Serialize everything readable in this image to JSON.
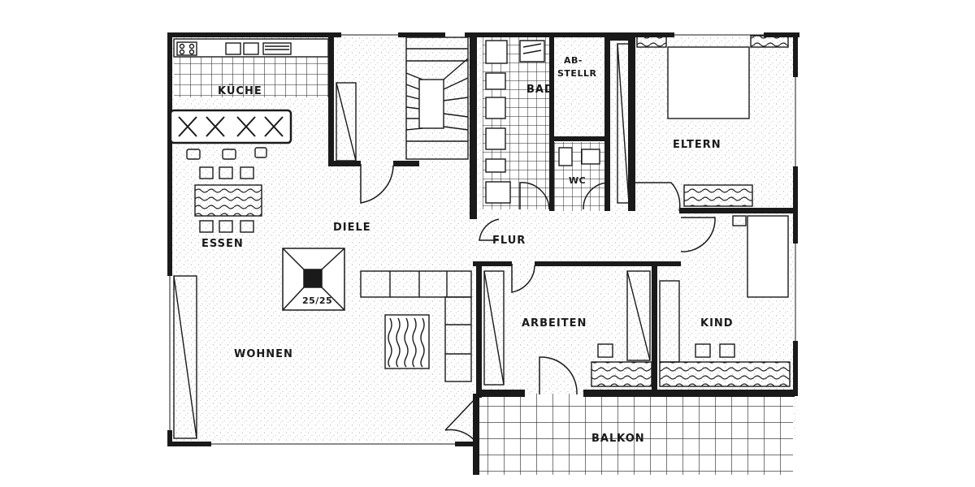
{
  "floor_plan": {
    "rooms": {
      "kueche": "KÜCHE",
      "essen": "ESSEN",
      "diele": "DIELE",
      "wohnen": "WOHNEN",
      "flur": "FLUR",
      "bad": "BAD",
      "abstellraum_line1": "AB-",
      "abstellraum_line2": "STELLR",
      "wc": "WC",
      "eltern": "ELTERN",
      "arbeiten": "ARBEITEN",
      "kind": "KIND",
      "balkon": "BALKON"
    },
    "chimney_label": "25/25"
  },
  "colors": {
    "wall": "#1a1a1a",
    "speckle": "#8a8a8a",
    "background": "#ffffff"
  }
}
